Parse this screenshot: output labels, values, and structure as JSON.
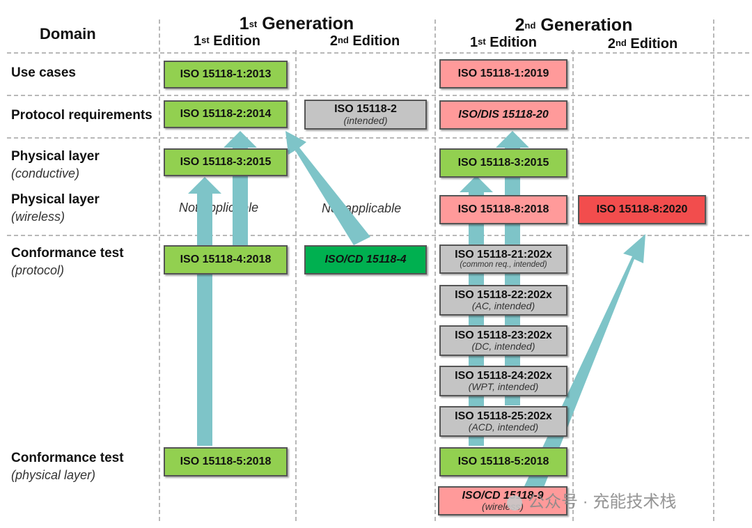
{
  "header": {
    "domain": "Domain",
    "gen1": {
      "num": "1",
      "sup": "st",
      "rest": " Generation"
    },
    "gen2": {
      "num": "2",
      "sup": "nd",
      "rest": " Generation"
    },
    "ed1": {
      "num": "1",
      "sup": "st",
      "rest": " Edition"
    },
    "ed2": {
      "num": "2",
      "sup": "nd",
      "rest": " Edition"
    }
  },
  "rows": {
    "use_cases": {
      "main": "Use cases"
    },
    "protocol_req": {
      "main": "Protocol requirements"
    },
    "phys_cond": {
      "main": "Physical layer",
      "sub": "(conductive)"
    },
    "phys_wireless": {
      "main": "Physical layer",
      "sub": "(wireless)"
    },
    "conf_protocol": {
      "main": "Conformance test",
      "sub": "(protocol)"
    },
    "conf_phys": {
      "main": "Conformance test",
      "sub": "(physical layer)"
    }
  },
  "not_applicable": "Not applicable",
  "boxes": {
    "g1e1_use": "ISO 15118-1:2013",
    "g1e1_proto": "ISO 15118-2:2014",
    "g1e1_phys": "ISO 15118-3:2015",
    "g1e1_conf": "ISO 15118-4:2018",
    "g1e1_confphys": "ISO 15118-5:2018",
    "g1e2_proto": {
      "t": "ISO 15118-2",
      "s": "(intended)"
    },
    "g1e2_conf": "ISO/CD 15118-4",
    "g2e1_use": "ISO 15118-1:2019",
    "g2e1_proto": "ISO/DIS 15118-20",
    "g2e1_phys": "ISO 15118-3:2015",
    "g2e1_wireless": "ISO 15118-8:2018",
    "g2e2_wireless": "ISO 15118-8:2020",
    "g2e1_21": {
      "t": "ISO 15118-21:202x",
      "s": "(common req., intended)"
    },
    "g2e1_22": {
      "t": "ISO 15118-22:202x",
      "s": "(AC, intended)"
    },
    "g2e1_23": {
      "t": "ISO 15118-23:202x",
      "s": "(DC, intended)"
    },
    "g2e1_24": {
      "t": "ISO 15118-24:202x",
      "s": "(WPT, intended)"
    },
    "g2e1_25": {
      "t": "ISO 15118-25:202x",
      "s": "(ACD, intended)"
    },
    "g2e1_confphys": "ISO 15118-5:2018",
    "g2e1_cd9": {
      "t": "ISO/CD 15118-9",
      "s": "(wireless)"
    }
  },
  "watermark": "公众号 · 充能技术栈",
  "colors": {
    "green": "#92d050",
    "dark_green": "#00b050",
    "pink": "#ff9a9a",
    "red": "#f24d4d",
    "gray": "#c4c4c4",
    "arrow": "#7ec4c8"
  }
}
